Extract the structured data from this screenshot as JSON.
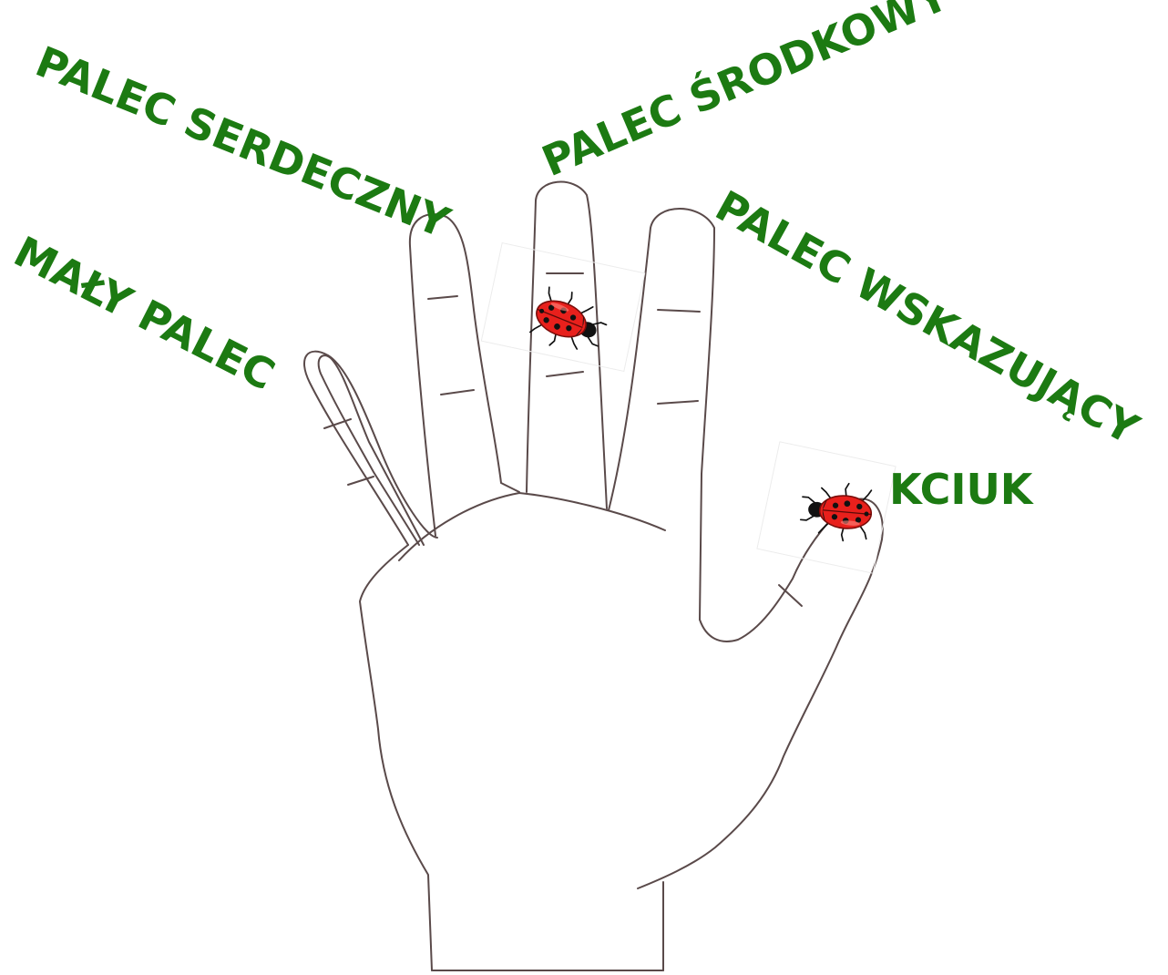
{
  "colors": {
    "label": "#1c7a12",
    "outline": "#5a4a4a",
    "ladybug_body": "#e8201c",
    "ladybug_spots": "#111111"
  },
  "labels": {
    "maly_palec": "MAŁY PALEC",
    "palec_serdeczny": "PALEC SERDECZNY",
    "palec_srodkowy": "PALEC ŚRODKOWY",
    "palec_wskazujacy": "PALEC WSKAZUJĄCY",
    "kciuk": "KCIUK"
  },
  "icons": {
    "ladybug_middle": "ladybug-icon",
    "ladybug_thumb": "ladybug-icon"
  }
}
